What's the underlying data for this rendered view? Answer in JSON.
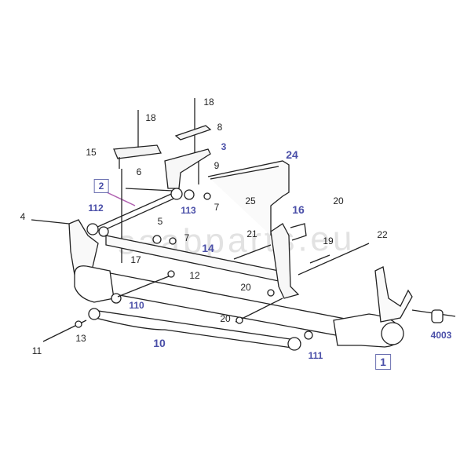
{
  "watermark": "saabparts.eu",
  "callouts": {
    "bolt_top_left": "18",
    "bolt_top_right": "18",
    "plate": "8",
    "bracket_left": "15",
    "bracket_center": "3",
    "bracket_right": "24",
    "bolt_6": "6",
    "bolt_9": "9",
    "link_arm": "2",
    "bushing_112": "112",
    "bushing_113": "113",
    "nut_7a": "7",
    "nut_25": "25",
    "bracket_16": "16",
    "nut_20a": "20",
    "bolt_4": "4",
    "washer_5": "5",
    "nut_7b": "7",
    "bolt_21": "21",
    "bolt_19": "19",
    "bolt_22": "22",
    "bump_17": "17",
    "panhard_rod": "14",
    "nut_12": "12",
    "nut_20b": "20",
    "bushing_110": "110",
    "nut_20c": "20",
    "trailing_arm": "10",
    "bolt_11": "11",
    "washer_13": "13",
    "bushing_111": "111",
    "nut_4003": "4003",
    "axle": "1"
  },
  "colors": {
    "ink": "#222222",
    "accent_label": "#4a4fa8",
    "link_line": "#b060b0"
  }
}
